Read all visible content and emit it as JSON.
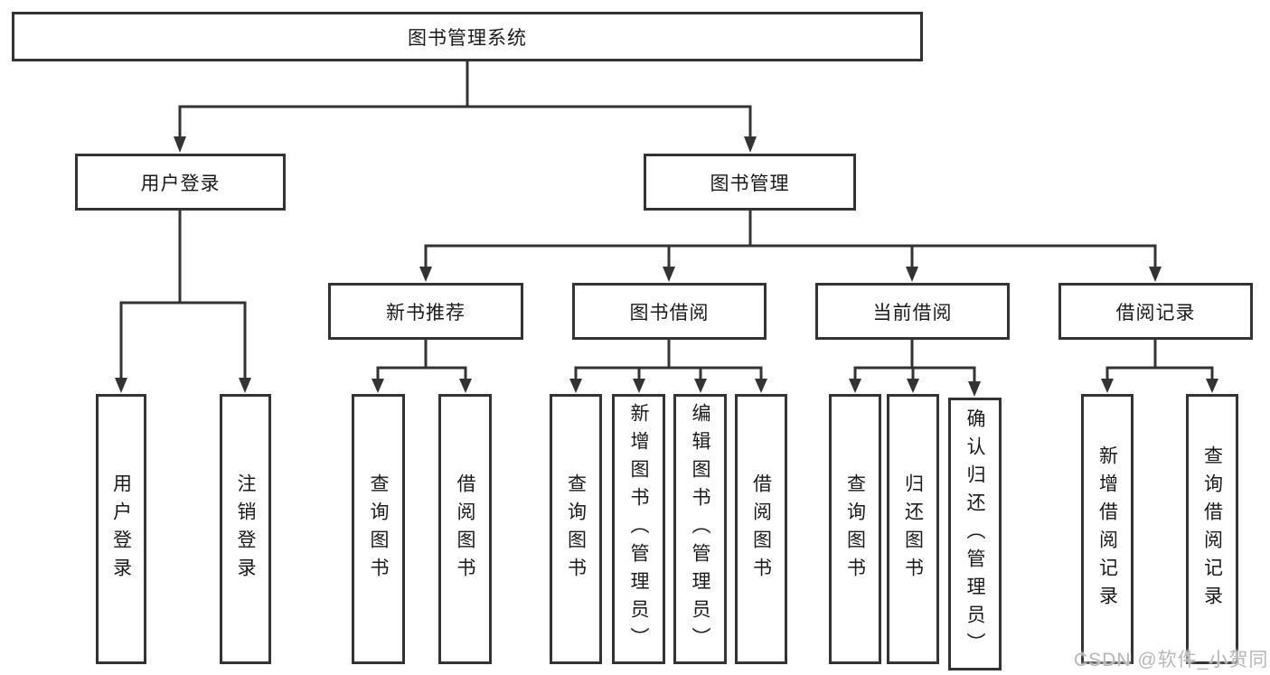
{
  "diagram_type": "hierarchy-tree",
  "colors": {
    "line": "#333333",
    "box_border": "#333333",
    "box_fill": "#ffffff",
    "text": "#1a1a1a",
    "watermark": "#b7b7b7",
    "background": "#ffffff"
  },
  "nodes": {
    "root": {
      "label": "图书管理系统"
    },
    "user_login": {
      "label": "用户登录"
    },
    "book_mgmt": {
      "label": "图书管理"
    },
    "new_book_rec": {
      "label": "新书推荐"
    },
    "book_borrow": {
      "label": "图书借阅"
    },
    "current_borrow": {
      "label": "当前借阅"
    },
    "borrow_record": {
      "label": "借阅记录"
    },
    "ul_login": {
      "label": "用户登录"
    },
    "ul_logout": {
      "label": "注销登录"
    },
    "nbr_query": {
      "label": "查询图书"
    },
    "nbr_borrow": {
      "label": "借阅图书"
    },
    "bb_query": {
      "label": "查询图书"
    },
    "bb_add": {
      "label": "新增图书（管理员）"
    },
    "bb_edit": {
      "label": "编辑图书（管理员）"
    },
    "bb_borrow": {
      "label": "借阅图书"
    },
    "cb_query": {
      "label": "查询图书"
    },
    "cb_return": {
      "label": "归还图书"
    },
    "cb_confirm": {
      "label": "确认归还（管理员）"
    },
    "br_add": {
      "label": "新增借阅记录"
    },
    "br_query": {
      "label": "查询借阅记录"
    }
  },
  "hierarchy": {
    "图书管理系统": {
      "用户登录": [
        "用户登录",
        "注销登录"
      ],
      "图书管理": {
        "新书推荐": [
          "查询图书",
          "借阅图书"
        ],
        "图书借阅": [
          "查询图书",
          "新增图书（管理员）",
          "编辑图书（管理员）",
          "借阅图书"
        ],
        "当前借阅": [
          "查询图书",
          "归还图书",
          "确认归还（管理员）"
        ],
        "借阅记录": [
          "新增借阅记录",
          "查询借阅记录"
        ]
      }
    }
  },
  "watermark": {
    "text": "CSDN @软件_小贺同学"
  }
}
